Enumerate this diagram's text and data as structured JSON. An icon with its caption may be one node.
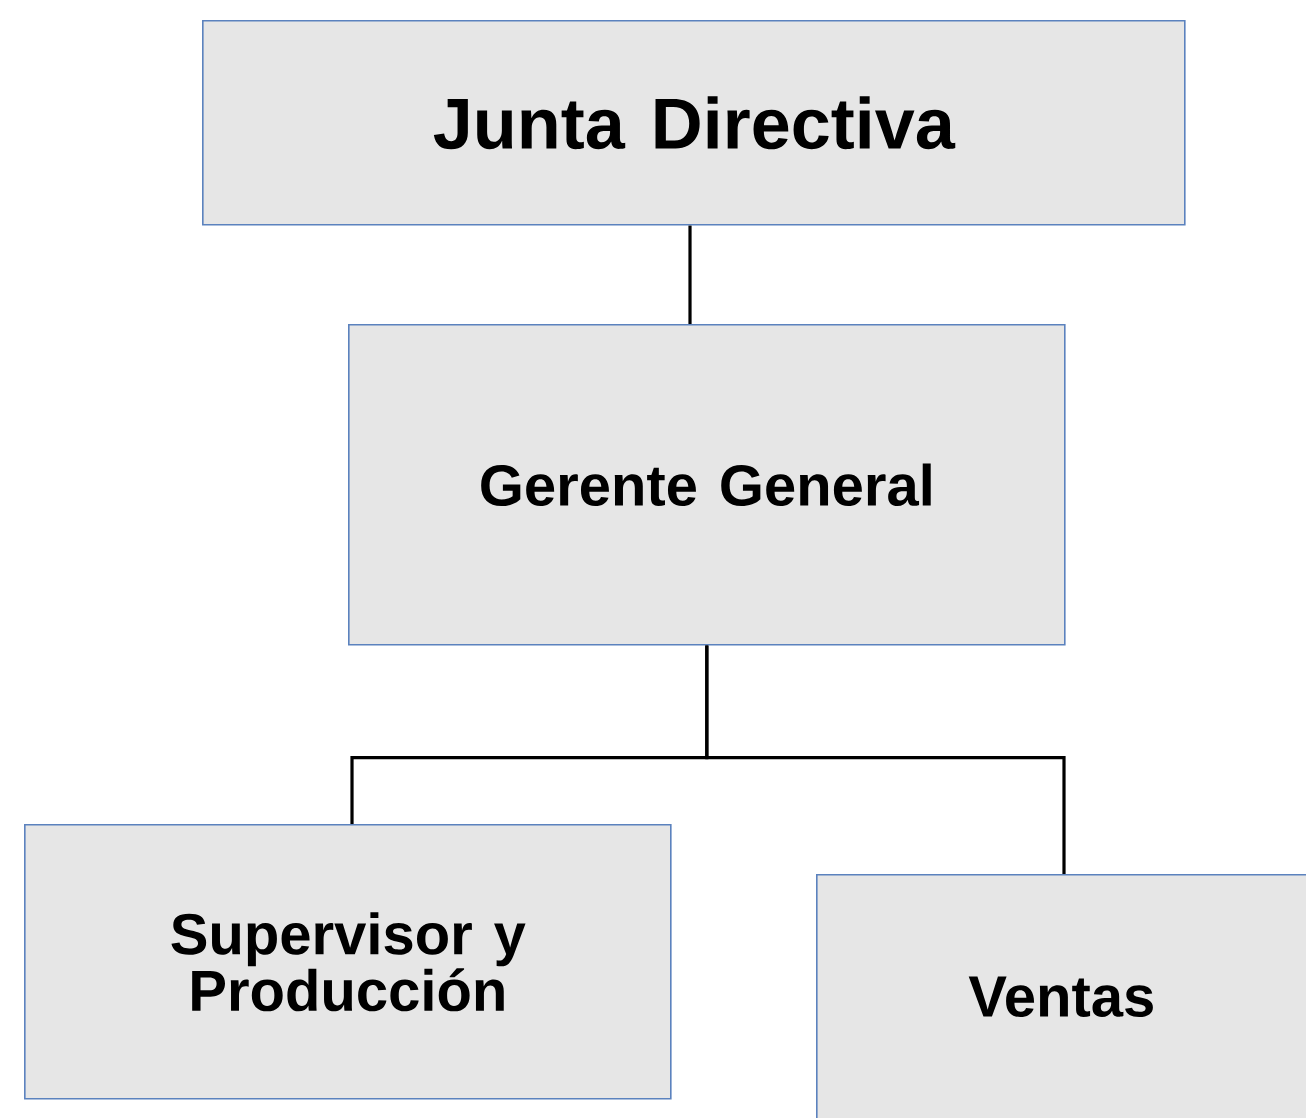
{
  "diagram": {
    "nodes": [
      {
        "text": [
          "Junta Directiva"
        ]
      },
      {
        "text": [
          "Gerente General"
        ]
      },
      {
        "text": [
          "Supervisor y Producción"
        ]
      },
      {
        "text": [
          "Ventas"
        ]
      }
    ],
    "edges": [
      {
        "from": 0,
        "to": 1,
        "arrow": "none"
      },
      {
        "from": 1,
        "to": 2,
        "arrow": "none"
      },
      {
        "from": 1,
        "to": 3,
        "arrow": "none"
      }
    ]
  }
}
